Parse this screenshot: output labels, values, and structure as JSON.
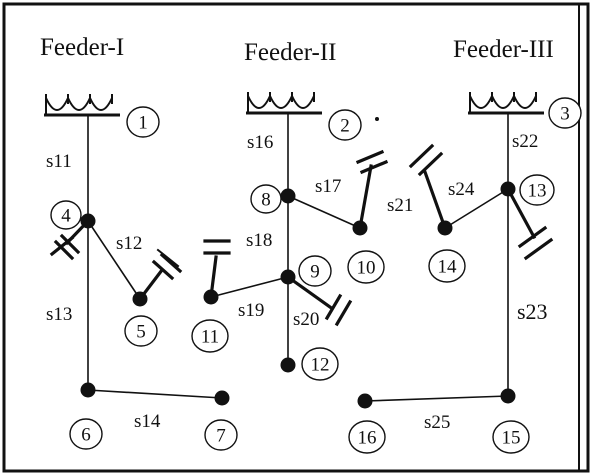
{
  "feeders": [
    {
      "id": "feeder-1",
      "label": "Feeder-I",
      "node": "1"
    },
    {
      "id": "feeder-2",
      "label": "Feeder-II",
      "node": "2"
    },
    {
      "id": "feeder-3",
      "label": "Feeder-III",
      "node": "3"
    }
  ],
  "nodes": [
    "1",
    "2",
    "3",
    "4",
    "5",
    "6",
    "7",
    "8",
    "9",
    "10",
    "11",
    "12",
    "13",
    "14",
    "15",
    "16"
  ],
  "switches": [
    "s11",
    "s12",
    "s13",
    "s14",
    "s16",
    "s17",
    "s18",
    "s19",
    "s20",
    "s21",
    "s22",
    "s23",
    "s24",
    "s25"
  ]
}
